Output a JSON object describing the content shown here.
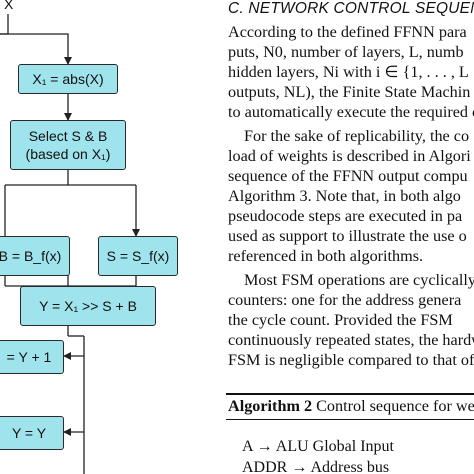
{
  "flowchart": {
    "input_label": "X",
    "box_abs": "X₁ = abs(X)",
    "box_select_line1": "Select S & B",
    "box_select_line2": "(based on X₁)",
    "box_b": "B = B_f(x)",
    "box_s": "S = S_f(x)",
    "box_y": "Y = X₁ >> S + B",
    "box_inc": "= Y + 1",
    "box_same": "Y = Y"
  },
  "section": {
    "heading": "C. NETWORK CONTROL SEQUENC",
    "lines": [
      "According to the defined FFNN para",
      "puts, N0, number of layers, L, numb",
      "hidden layers, Ni with i ∈ {1, . . . , L",
      "outputs, NL), the Finite State Machin",
      "to automatically execute the required c",
      "For the sake of replicability, the co",
      "load of weights is described in Algori",
      "sequence of the FFNN output compu",
      "Algorithm 3. Note that, in both algo",
      "pseudocode steps are executed in pa",
      "used as support to illustrate the use o",
      "referenced in both algorithms.",
      "Most FSM operations are cyclically",
      "counters: one for the address genera",
      "the cycle count. Provided the FSM",
      "continuously repeated states, the hardw",
      "FSM is negligible compared to that of"
    ]
  },
  "algorithm": {
    "label": "Algorithm 2",
    "title": "Control sequence for we",
    "steps": [
      "A → ALU Global Input",
      "ADDR → Address bus"
    ]
  }
}
